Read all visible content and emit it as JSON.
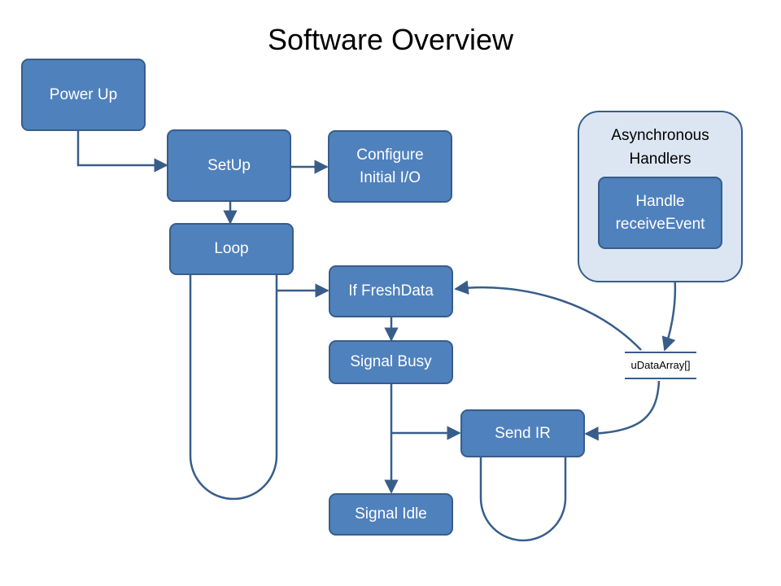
{
  "title": "Software Overview",
  "colors": {
    "node_fill": "#4f81bd",
    "node_border": "#385d8a",
    "group_fill": "#dce6f2",
    "connector": "#385d8a"
  },
  "nodes": {
    "power_up": "Power Up",
    "setup": "SetUp",
    "configure_io": "Configure\nInitial I/O",
    "loop": "Loop",
    "if_fresh_data": "If FreshData",
    "signal_busy": "Signal Busy",
    "send_ir": "Send IR",
    "signal_idle": "Signal Idle",
    "handle_receive_event": "Handle\nreceiveEvent"
  },
  "group": {
    "label": "Asynchronous\nHandlers"
  },
  "data_store": {
    "label": "uDataArray[]"
  }
}
